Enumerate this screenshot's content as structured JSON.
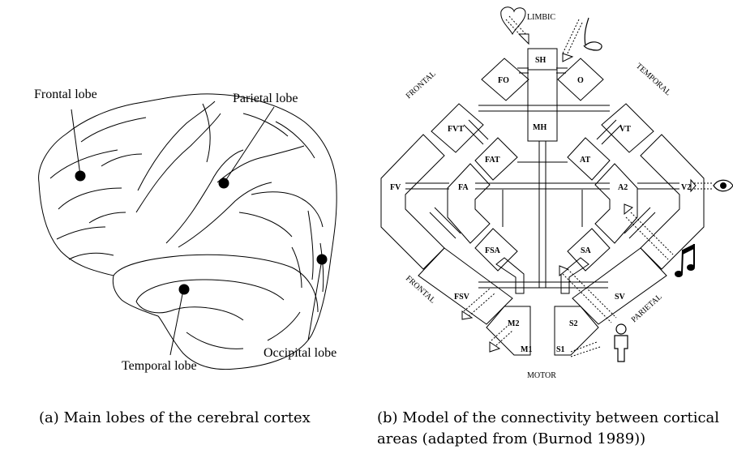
{
  "left_figure": {
    "labels": {
      "frontal": "Frontal lobe",
      "parietal": "Parietal lobe",
      "temporal": "Temporal lobe",
      "occipital": "Occipital lobe"
    },
    "caption": "(a) Main lobes of the cerebral cortex"
  },
  "right_figure": {
    "regions": {
      "limbic": "LIMBIC",
      "frontal_top": "FRONTAL",
      "temporal": "TEMPORAL",
      "frontal_bottom": "FRONTAL",
      "parietal": "PARIETAL",
      "motor": "MOTOR"
    },
    "areas": {
      "SH": "SH",
      "MH": "MH",
      "FO": "FO",
      "O": "O",
      "FVT": "FVT",
      "VT": "VT",
      "FAT": "FAT",
      "AT": "AT",
      "FV": "FV",
      "FA": "FA",
      "A2": "A2",
      "V2": "V2",
      "FSA": "FSA",
      "SA": "SA",
      "FSV": "FSV",
      "SV": "SV",
      "M2": "M2",
      "S2": "S2",
      "M1": "M1",
      "S1": "S1"
    },
    "icons": [
      "heart-icon",
      "nose-icon",
      "eye-icon",
      "music-note-icon",
      "human-figure-icon"
    ],
    "caption": "(b) Model of the connectivity between cortical areas (adapted from (Burnod 1989))"
  }
}
